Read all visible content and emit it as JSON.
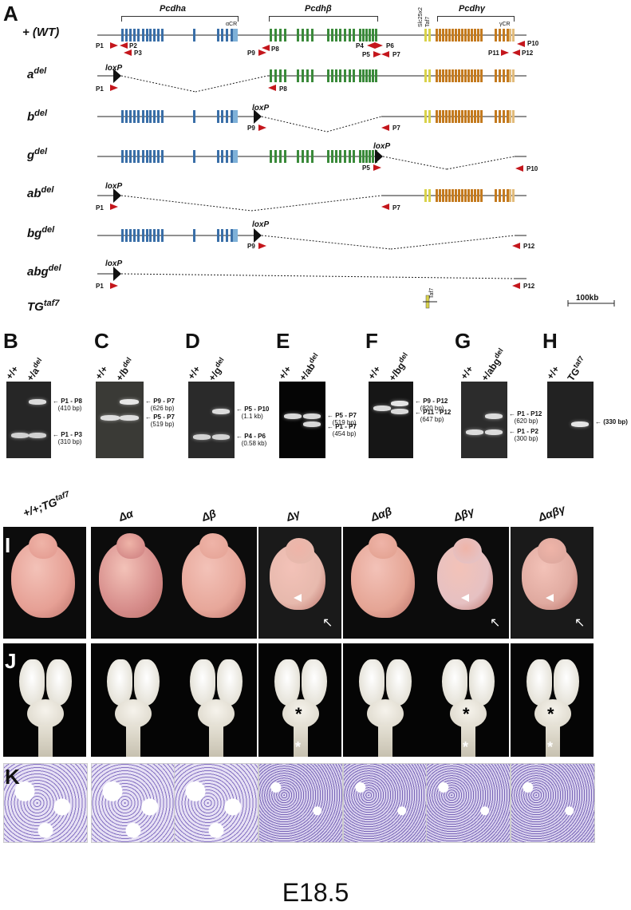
{
  "panels": {
    "A": "A",
    "B": "B",
    "C": "C",
    "D": "D",
    "E": "E",
    "F": "F",
    "G": "G",
    "H": "H",
    "I": "I",
    "J": "J",
    "K": "K"
  },
  "clusters": {
    "alpha": "Pcdha",
    "beta": "Pcdhβ",
    "gamma": "Pcdhγ",
    "acr": "αCR",
    "gcr": "γCR",
    "slc": "Slc25x2",
    "taf": "Taf7"
  },
  "genotypes": [
    {
      "base": "+ (WT)",
      "sup": ""
    },
    {
      "base": "a",
      "sup": "del"
    },
    {
      "base": "b",
      "sup": "del"
    },
    {
      "base": "g",
      "sup": "del"
    },
    {
      "base": "ab",
      "sup": "del"
    },
    {
      "base": "bg",
      "sup": "del"
    },
    {
      "base": "abg",
      "sup": "del"
    },
    {
      "base": "TG",
      "sup": "taf7"
    }
  ],
  "loxp": "loxP",
  "primers": {
    "p1": "P1",
    "p2": "P2",
    "p3": "P3",
    "p4": "P4",
    "p5": "P5",
    "p6": "P6",
    "p7": "P7",
    "p8": "P8",
    "p9": "P9",
    "p10": "P10",
    "p11": "P11",
    "p12": "P12"
  },
  "taf7_small": "Taf7",
  "scale_bar": "100kb",
  "gels": [
    {
      "wt": "+/+",
      "mut": "+/a",
      "mut_sup": "del",
      "ann": [
        {
          "l1": "P1 - P8",
          "l2": "(410 bp)"
        },
        {
          "l1": "P1 - P3",
          "l2": "(310 bp)"
        }
      ]
    },
    {
      "wt": "+/+",
      "mut": "+/b",
      "mut_sup": "del",
      "ann": [
        {
          "l1": "P9 - P7",
          "l2": "(626 bp)"
        },
        {
          "l1": "P5 - P7",
          "l2": "(519 bp)"
        }
      ]
    },
    {
      "wt": "+/+",
      "mut": "+/g",
      "mut_sup": "del",
      "ann": [
        {
          "l1": "P5 - P10",
          "l2": "(1.1 kb)"
        },
        {
          "l1": "P4 - P6",
          "l2": "(0.58 kb)"
        }
      ]
    },
    {
      "wt": "+/+",
      "mut": "+/ab",
      "mut_sup": "del",
      "ann": [
        {
          "l1": "P5 - P7",
          "l2": "(519 bp)"
        },
        {
          "l1": "P1 - P7",
          "l2": "(454 bp)"
        }
      ]
    },
    {
      "wt": "+/+",
      "mut": "+/bg",
      "mut_sup": "del",
      "ann": [
        {
          "l1": "P9 - P12",
          "l2": "(820 bp)"
        },
        {
          "l1": "P11 - P12",
          "l2": "(647 bp)"
        }
      ]
    },
    {
      "wt": "+/+",
      "mut": "+/abg",
      "mut_sup": "del",
      "ann": [
        {
          "l1": "P1 - P12",
          "l2": "(620 bp)"
        },
        {
          "l1": "P1 - P2",
          "l2": "(300 bp)"
        }
      ]
    },
    {
      "wt": "+/+",
      "mut": "TG",
      "mut_sup": "taf7",
      "ann": [
        {
          "l1": "(330 bp)",
          "l2": ""
        }
      ]
    }
  ],
  "columns": [
    {
      "title": "+/+;TG",
      "sup": "taf7"
    },
    {
      "title": "Δα",
      "sup": ""
    },
    {
      "title": "Δβ",
      "sup": ""
    },
    {
      "title": "Δγ",
      "sup": ""
    },
    {
      "title": "Δαβ",
      "sup": ""
    },
    {
      "title": "Δβγ",
      "sup": ""
    },
    {
      "title": "Δαβγ",
      "sup": ""
    }
  ],
  "asterisk": "*",
  "footer": "E18.5",
  "colors": {
    "alpha": "#3a6fa8",
    "alpha_cr": "#7fb1d8",
    "beta": "#3a8a3a",
    "gamma": "#c47a1e",
    "gamma_cr": "#e2bb7a",
    "slc": "#d9d24a",
    "primer": "#c4161c",
    "embryo_pink": "#e7a49a"
  }
}
